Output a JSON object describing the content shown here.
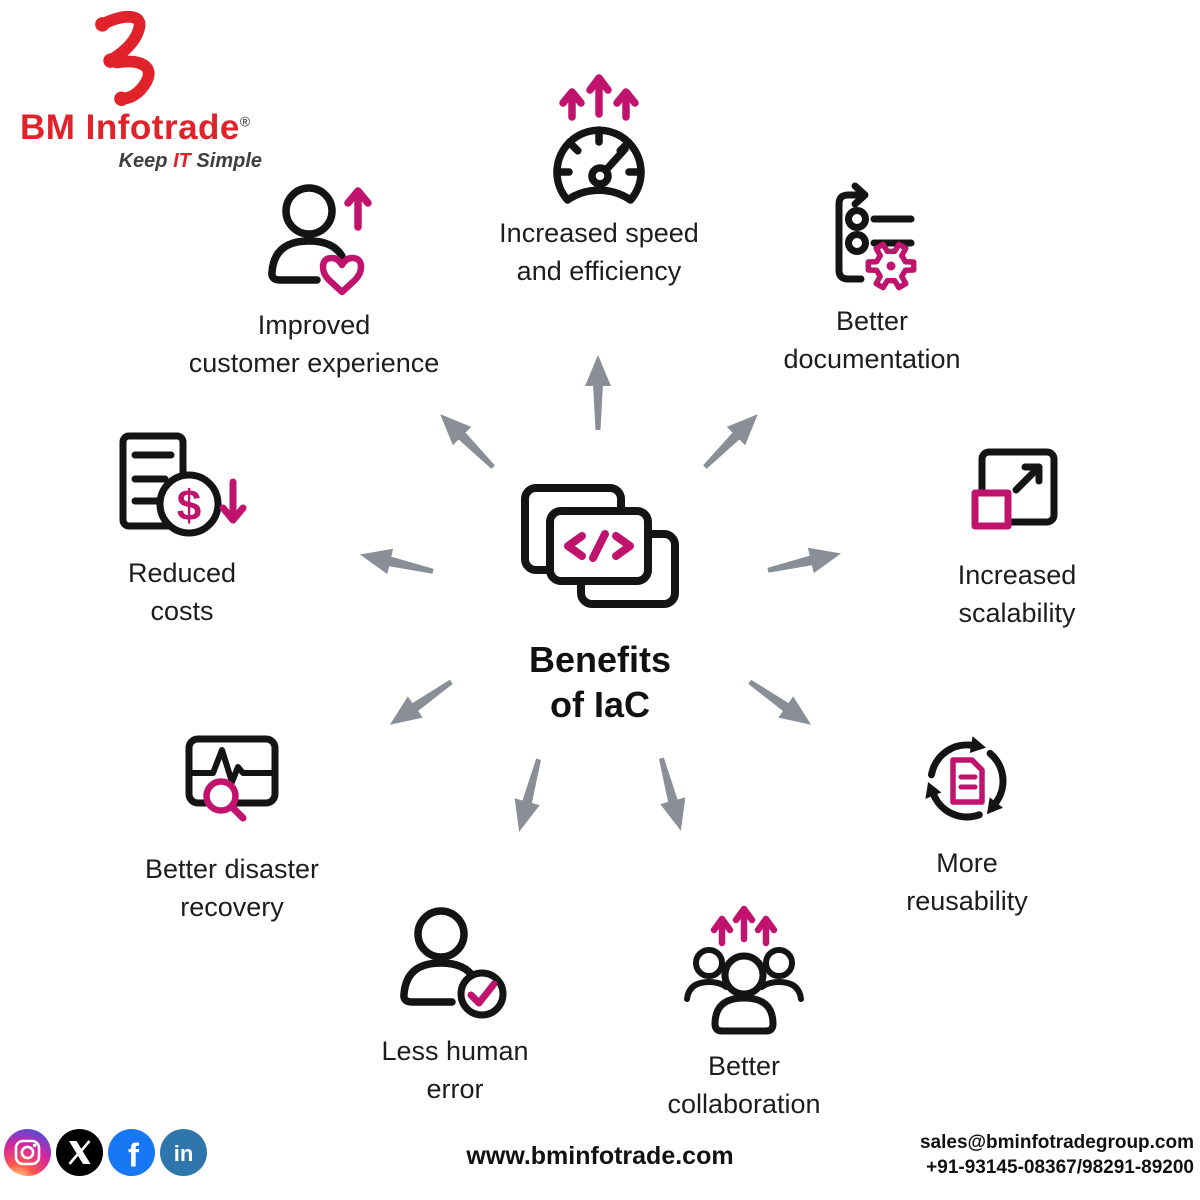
{
  "brand": {
    "name": "BM Infotrade",
    "registered": "®",
    "tagline_prefix": "Keep ",
    "tagline_it": "IT",
    "tagline_suffix": " Simple"
  },
  "center": {
    "title_line1": "Benefits",
    "title_line2": "of IaC",
    "icon": "code-window-icon"
  },
  "benefits": [
    {
      "id": "customer-experience",
      "icon": "person-heart-up-icon",
      "label_line1": "Improved",
      "label_line2": "customer experience"
    },
    {
      "id": "speed",
      "icon": "speedometer-icon",
      "label_line1": "Increased speed",
      "label_line2": "and efficiency"
    },
    {
      "id": "documentation",
      "icon": "checklist-gear-icon",
      "label_line1": "Better",
      "label_line2": "documentation"
    },
    {
      "id": "scalability",
      "icon": "expand-square-icon",
      "label_line1": "Increased",
      "label_line2": "scalability"
    },
    {
      "id": "reusability",
      "icon": "recycle-document-icon",
      "label_line1": "More",
      "label_line2": "reusability"
    },
    {
      "id": "collaboration",
      "icon": "team-up-arrows-icon",
      "label_line1": "Better",
      "label_line2": "collaboration"
    },
    {
      "id": "human-error",
      "icon": "person-check-icon",
      "label_line1": "Less human",
      "label_line2": "error"
    },
    {
      "id": "disaster-recovery",
      "icon": "monitor-pulse-search-icon",
      "label_line1": "Better disaster",
      "label_line2": "recovery"
    },
    {
      "id": "costs",
      "icon": "invoice-dollar-down-icon",
      "label_line1": "Reduced",
      "label_line2": "costs"
    }
  ],
  "glyphs": {
    "dollar": "$",
    "facebook": "f",
    "linkedin": "in"
  },
  "footer": {
    "website": "www.bminfotrade.com",
    "email": "sales@bminfotradegroup.com",
    "phone": "+91-93145-08367/98291-89200",
    "social": [
      "instagram",
      "x",
      "facebook",
      "linkedin"
    ]
  },
  "colors": {
    "accent_magenta": "#c0136e",
    "brand_red": "#e0232a",
    "icon_black": "#141414",
    "arrow_gray": "#8a8e97",
    "facebook_blue": "#1877f2",
    "linkedin_blue": "#2d77ad"
  }
}
